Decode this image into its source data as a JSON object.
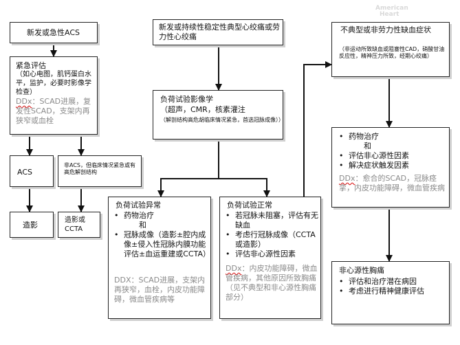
{
  "logo": {
    "line1": "American",
    "line2": "Heart"
  },
  "boxes": {
    "acs": {
      "title": "新发或急性ACS"
    },
    "urgent": {
      "title": "紧急评估",
      "detail": "（如心电图，肌钙蛋白水平，监护，必要时影像学检查）",
      "ddx_label": "DDx",
      "ddx_text": "：SCAD进展，复发性SCAD，支架内再狭窄或血栓"
    },
    "acs_result": {
      "label": "ACS"
    },
    "non_acs": {
      "text": "非ACS，但临床情况紧急或有高危解剖结构"
    },
    "angio": {
      "label": "造影"
    },
    "angio_ccta": {
      "label": "造影或CCTA"
    },
    "stable": {
      "title": "新发或持续性稳定性典型心绞痛或劳力性心绞痛"
    },
    "stress": {
      "title": "负荷试验影像学",
      "line2": "（超声，CMR，核素灌注",
      "note": "（解剖结构高危胡临床情况紧急，首选冠脉成像））"
    },
    "abnormal": {
      "title": "负荷试验异常",
      "items": [
        "药物治疗",
        "和",
        "冠脉成像（造影±腔内成像±侵入性冠脉内膜功能评估±血运重建或CCTA）"
      ],
      "ddx": "DDX：SCAD进展，支架内再狭窄，血栓，内皮功能障碍，微血管疾病等"
    },
    "normal": {
      "title": "负荷试验正常",
      "items": [
        "若冠脉未阻塞，评估有无缺血",
        "考虑行冠脉成像（CCTA或造影）",
        "评估非心源性因素"
      ],
      "ddx_label": "DDx",
      "ddx_text": "：内皮功能障碍，微血管疾病，其他原因所致胸痛（见不典型和非心源性胸痛部分）"
    },
    "atypical": {
      "title": "不典型或非劳力性缺血症状",
      "detail": "（非运动所致缺血或阻塞性CAD，硝酸甘油反应性，精神压力所致，经期心绞痛）"
    },
    "med": {
      "items": [
        "药物治疗",
        "和",
        "评估非心源性因素",
        "解决症状触发因素"
      ],
      "ddx_label": "DDx",
      "ddx_text": "：愈合的SCAD，冠脉痉挛，内皮功能障碍，微血管疾病"
    },
    "noncardiac": {
      "title": "非心源性胸痛",
      "items": [
        "评估和治疗潜在病因",
        "考虑进行精神健康评估"
      ]
    }
  }
}
